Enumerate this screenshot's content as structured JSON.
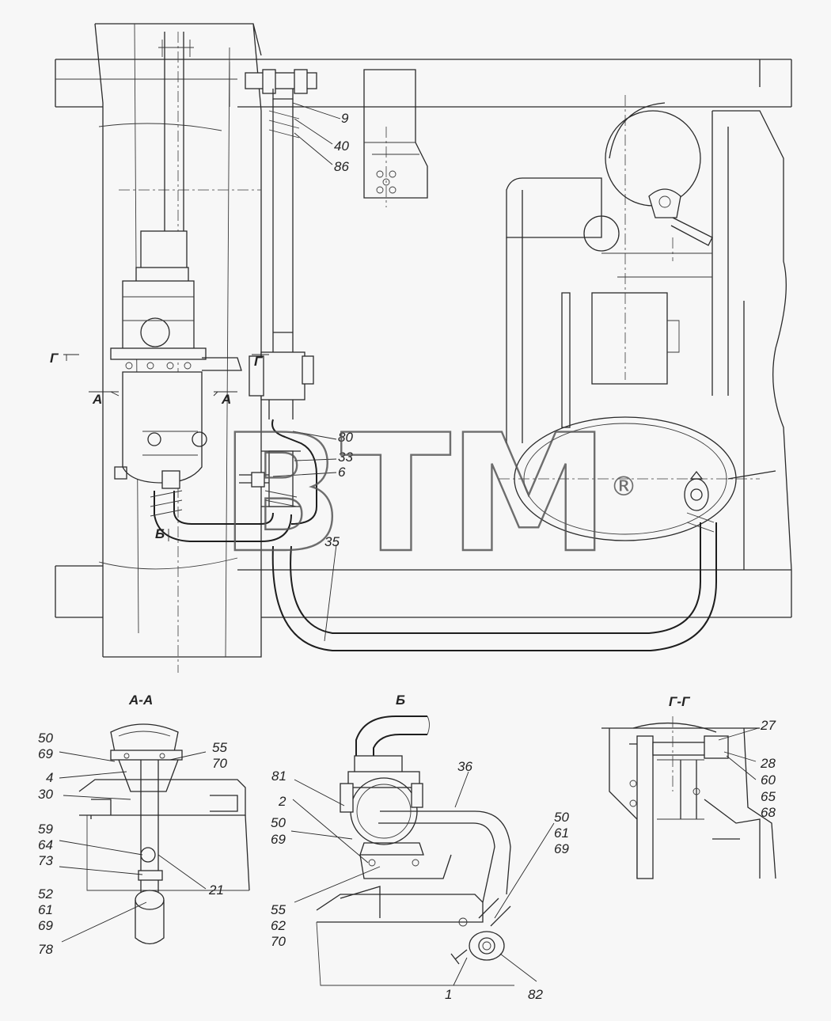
{
  "callouts_main": [
    "9",
    "40",
    "86",
    "80",
    "33",
    "6",
    "35"
  ],
  "section_marks": {
    "g_top": "Г",
    "g_right": "Г",
    "a_left": "А",
    "a_right": "А",
    "b_view": "Б"
  },
  "watermark": {
    "text": "BTM",
    "mark": "®"
  },
  "view_aa": {
    "title": "А-А",
    "labels": [
      "50",
      "69",
      "4",
      "30",
      "59",
      "64",
      "73",
      "52",
      "61",
      "69",
      "78",
      "55",
      "70",
      "21"
    ]
  },
  "view_b": {
    "title": "Б",
    "labels": [
      "81",
      "50",
      "69",
      "2",
      "55",
      "62",
      "70",
      "36",
      "50",
      "61",
      "69",
      "1",
      "82"
    ]
  },
  "view_gg": {
    "title": "Г-Г",
    "labels": [
      "27",
      "28",
      "60",
      "65",
      "68"
    ]
  }
}
